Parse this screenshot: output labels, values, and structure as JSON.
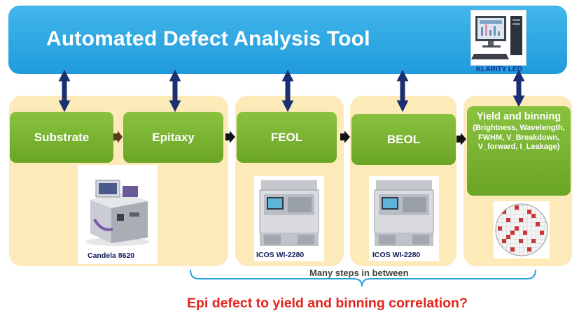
{
  "header": {
    "title": "Automated Defect Analysis Tool",
    "tool_label": "KLARITY LED"
  },
  "steps": [
    {
      "label": "Substrate"
    },
    {
      "label": "Epitaxy"
    },
    {
      "label": "FEOL"
    },
    {
      "label": "BEOL"
    },
    {
      "label": "Yield and binning",
      "detail": "(Brightness, Wavelength, FWHM, V_Breakdown, V_forward, I_Leakage)"
    }
  ],
  "instruments": {
    "candela": "Candela 8620",
    "icos_feol": "ICOS WI-2280",
    "icos_beol": "ICOS WI-2280"
  },
  "bracket_label": "Many steps in between",
  "question": "Epi defect to yield and binning correlation?",
  "colors": {
    "header_blue": "#2aa7e3",
    "panel_beige": "#fdeab9",
    "box_green": "#76b02e",
    "arrow_navy": "#1b2f73",
    "question_red": "#e4241b"
  }
}
